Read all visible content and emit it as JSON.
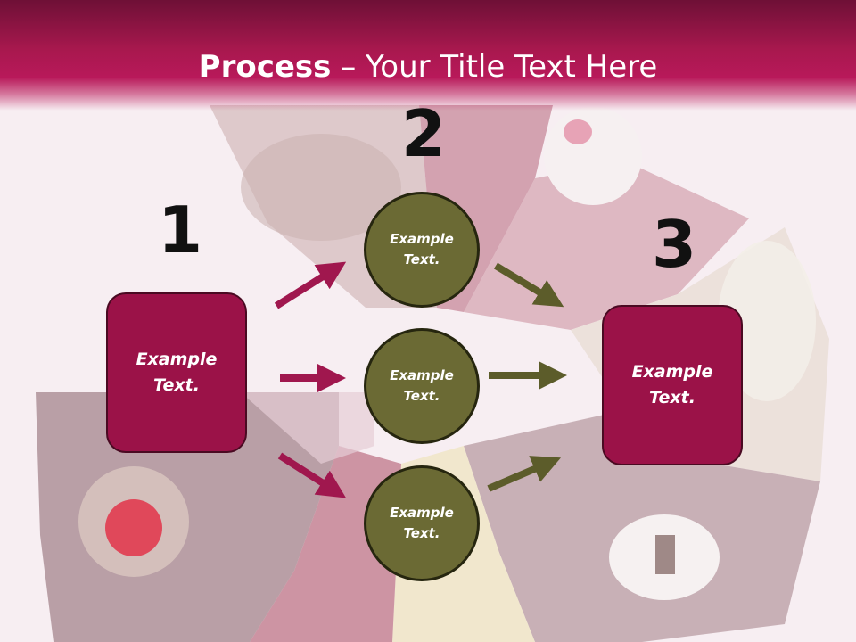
{
  "title": {
    "bold": "Process",
    "dash": " – ",
    "rest": "Your Title Text Here"
  },
  "steps": {
    "one": "1",
    "two": "2",
    "three": "3"
  },
  "boxes": {
    "left": "Example\nText.",
    "right": "Example\nText."
  },
  "circles": {
    "top": "Example\nText.",
    "middle": "Example\nText.",
    "bottom": "Example\nText."
  },
  "colors": {
    "header": "#a8184e",
    "box": "#9b1248",
    "circle": "#6b6a34",
    "arrow_magenta": "#a0174e",
    "arrow_olive": "#5c5c2a"
  }
}
